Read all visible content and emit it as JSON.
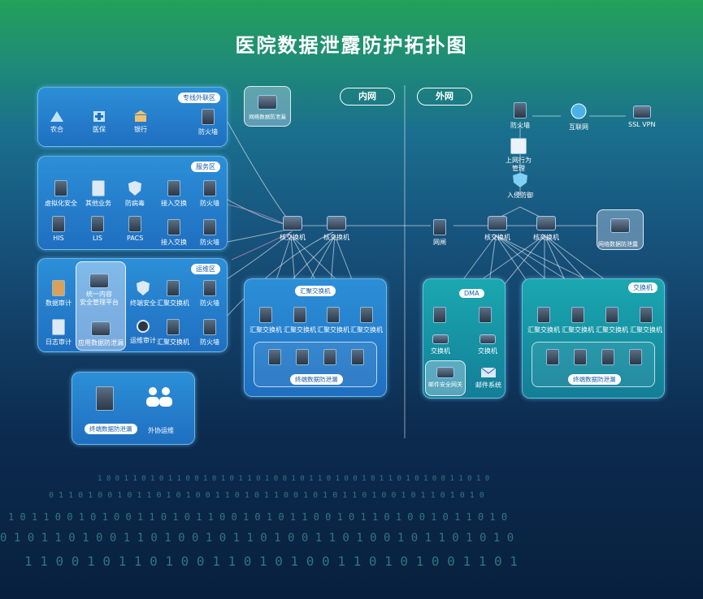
{
  "title": "医院数据泄露防护拓扑图",
  "headers": {
    "intranet": "内网",
    "extranet": "外网"
  },
  "zones": {
    "external": "专线外联区",
    "service": "服务区",
    "ops": "运维区",
    "dmz": "DMA",
    "switch": "交换机",
    "agg": "汇聚交换机"
  },
  "external_nodes": [
    "农合",
    "医保",
    "银行",
    "防火墙"
  ],
  "gateway_dlp": "网络数据防泄漏",
  "service_nodes": [
    "虚拟化安全",
    "其他业务",
    "防病毒",
    "接入交换",
    "防火墙",
    "HIS",
    "LIS",
    "PACS",
    "接入交换",
    "防火墙"
  ],
  "ops_nodes": [
    "数据审计",
    "统一内容\n安全管理平台",
    "终端安全",
    "汇聚交换机",
    "防火墙",
    "日志审计",
    "应用数据防泄漏",
    "运维审计",
    "汇聚交换机",
    "防火墙"
  ],
  "ops_extra": [
    "终端数据防泄漏",
    "外协运维"
  ],
  "core": [
    "核交换机",
    "核交换机"
  ],
  "agg_switches": [
    "汇聚交换机",
    "汇聚交换机",
    "汇聚交换机",
    "汇聚交换机"
  ],
  "endpoint_dlp": "终端数据防泄漏",
  "ext_top": [
    "防火墙",
    "互联网",
    "SSL VPN",
    "上网行为\n管理",
    "入侵防御"
  ],
  "ext_mid": [
    "网闸",
    "核交换机",
    "核交换机",
    "网络数据防泄露"
  ],
  "dmz_nodes": [
    "交换机",
    "交换机",
    "邮件安全网关",
    "邮件系统"
  ],
  "right_switches": [
    "汇聚交换机",
    "汇聚交换机",
    "汇聚交换机",
    "汇聚交换机"
  ],
  "right_endpoint_dlp": "终端数据防泄漏",
  "colors": {
    "zone": "#2c8fd8",
    "teal": "#1aa8b0",
    "line": "#ffffff"
  }
}
